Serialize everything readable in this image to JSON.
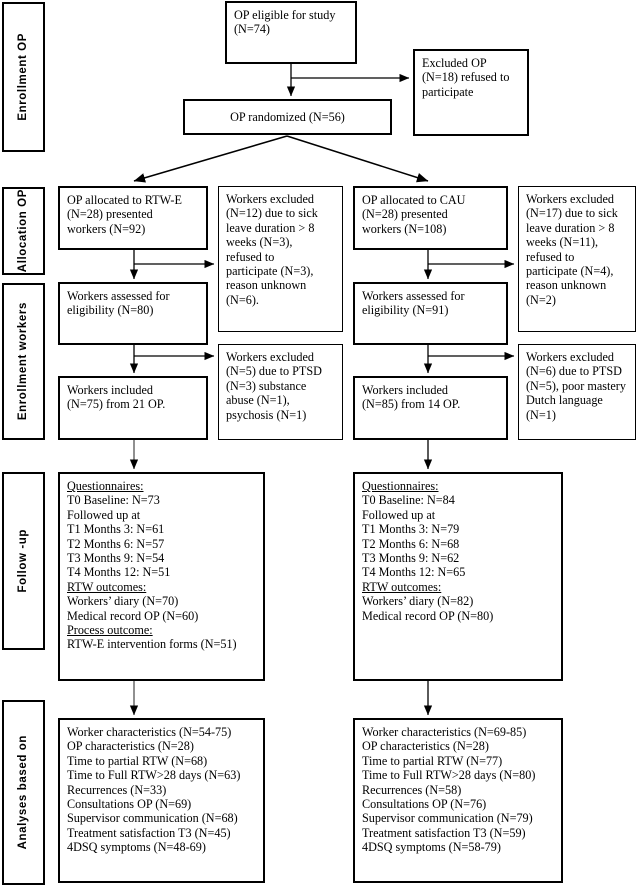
{
  "figure": {
    "type": "flow-diagram",
    "title": "CONSORT participant flow diagram (OP randomized trial, RTW-E vs CAU)"
  },
  "stage_labels": [
    {
      "id": "enrollment-op",
      "text": "Enrollment OP"
    },
    {
      "id": "allocation-op",
      "text": "Allocation OP"
    },
    {
      "id": "enrollment-workers",
      "text": "Enrollment workers"
    },
    {
      "id": "follow-up",
      "text": "Follow -up"
    },
    {
      "id": "analyses",
      "text": "Analyses based on"
    }
  ],
  "nodes": {
    "op_eligible": {
      "lines": [
        {
          "text": "OP eligible for study",
          "underline": false
        },
        {
          "text": "(N=74)",
          "underline": false
        }
      ]
    },
    "excluded_op": {
      "lines": [
        {
          "text": "Excluded OP",
          "underline": false
        },
        {
          "text": "(N=18) refused to",
          "underline": false
        },
        {
          "text": "participate",
          "underline": false
        }
      ]
    },
    "op_randomized": {
      "lines": [
        {
          "text": "OP randomized (N=56)",
          "underline": false
        }
      ]
    },
    "alloc_rtwe": {
      "lines": [
        {
          "text": "OP allocated to RTW-E",
          "underline": false
        },
        {
          "text": "(N=28) presented",
          "underline": false
        },
        {
          "text": "workers (N=92)",
          "underline": false
        }
      ]
    },
    "excluded_rtwe_sick": {
      "lines": [
        {
          "text": "Workers excluded",
          "underline": false
        },
        {
          "text": "(N=12) due to sick",
          "underline": false
        },
        {
          "text": "leave duration > 8",
          "underline": false
        },
        {
          "text": "weeks (N=3),",
          "underline": false
        },
        {
          "text": "refused to",
          "underline": false
        },
        {
          "text": "participate (N=3),",
          "underline": false
        },
        {
          "text": "reason unknown",
          "underline": false
        },
        {
          "text": "(N=6).",
          "underline": false
        }
      ]
    },
    "alloc_cau": {
      "lines": [
        {
          "text": "OP allocated to CAU",
          "underline": false
        },
        {
          "text": "(N=28) presented",
          "underline": false
        },
        {
          "text": "workers (N=108)",
          "underline": false
        }
      ]
    },
    "excluded_cau_sick": {
      "lines": [
        {
          "text": "Workers excluded",
          "underline": false
        },
        {
          "text": "(N=17) due to sick",
          "underline": false
        },
        {
          "text": "leave duration > 8",
          "underline": false
        },
        {
          "text": "weeks (N=11),",
          "underline": false
        },
        {
          "text": "refused to",
          "underline": false
        },
        {
          "text": "participate (N=4),",
          "underline": false
        },
        {
          "text": "reason unknown",
          "underline": false
        },
        {
          "text": "(N=2)",
          "underline": false
        }
      ]
    },
    "assessed_rtwe": {
      "lines": [
        {
          "text": "Workers assessed for",
          "underline": false
        },
        {
          "text": "eligibility (N=80)",
          "underline": false
        }
      ]
    },
    "assessed_cau": {
      "lines": [
        {
          "text": "Workers assessed for",
          "underline": false
        },
        {
          "text": "eligibility (N=91)",
          "underline": false
        }
      ]
    },
    "excluded_rtwe_ptsd": {
      "lines": [
        {
          "text": "Workers excluded",
          "underline": false
        },
        {
          "text": "(N=5) due to PTSD",
          "underline": false
        },
        {
          "text": "(N=3) substance",
          "underline": false
        },
        {
          "text": "abuse (N=1),",
          "underline": false
        },
        {
          "text": "psychosis (N=1)",
          "underline": false
        }
      ]
    },
    "excluded_cau_ptsd": {
      "lines": [
        {
          "text": "Workers excluded",
          "underline": false
        },
        {
          "text": "(N=6) due to PTSD",
          "underline": false
        },
        {
          "text": "(N=5), poor mastery",
          "underline": false
        },
        {
          "text": "Dutch language",
          "underline": false
        },
        {
          "text": "(N=1)",
          "underline": false
        }
      ]
    },
    "included_rtwe": {
      "lines": [
        {
          "text": "Workers included",
          "underline": false
        },
        {
          "text": "(N=75) from 21 OP.",
          "underline": false
        }
      ]
    },
    "included_cau": {
      "lines": [
        {
          "text": "Workers included",
          "underline": false
        },
        {
          "text": "(N=85) from 14 OP.",
          "underline": false
        }
      ]
    },
    "followup_rtwe": {
      "lines": [
        {
          "text": "Questionnaires:",
          "underline": true
        },
        {
          "text": "T0 Baseline: N=73",
          "underline": false
        },
        {
          "text": "Followed up at",
          "underline": false
        },
        {
          "text": "T1 Months 3: N=61",
          "underline": false
        },
        {
          "text": "T2 Months 6: N=57",
          "underline": false
        },
        {
          "text": "T3 Months 9: N=54",
          "underline": false
        },
        {
          "text": "T4 Months 12: N=51",
          "underline": false
        },
        {
          "text": "RTW outcomes:",
          "underline": true
        },
        {
          "text": "Workers’ diary (N=70)",
          "underline": false
        },
        {
          "text": "Medical record OP (N=60)",
          "underline": false
        },
        {
          "text": "Process outcome:",
          "underline": true
        },
        {
          "text": "RTW-E intervention forms (N=51)",
          "underline": false
        }
      ]
    },
    "followup_cau": {
      "lines": [
        {
          "text": "Questionnaires:",
          "underline": true
        },
        {
          "text": "T0 Baseline: N=84",
          "underline": false
        },
        {
          "text": "Followed up at",
          "underline": false
        },
        {
          "text": "T1 Months 3: N=79",
          "underline": false
        },
        {
          "text": "T2 Months 6: N=68",
          "underline": false
        },
        {
          "text": "T3 Months 9: N=62",
          "underline": false
        },
        {
          "text": "T4 Months 12: N=65",
          "underline": false
        },
        {
          "text": "RTW outcomes:",
          "underline": true
        },
        {
          "text": "Workers’ diary (N=82)",
          "underline": false
        },
        {
          "text": "Medical record OP (N=80)",
          "underline": false
        }
      ]
    },
    "analyses_rtwe": {
      "lines": [
        {
          "text": "Worker characteristics (N=54-75)",
          "underline": false
        },
        {
          "text": "OP characteristics (N=28)",
          "underline": false
        },
        {
          "text": "Time to partial RTW (N=68)",
          "underline": false
        },
        {
          "text": "Time to Full RTW>28 days (N=63)",
          "underline": false
        },
        {
          "text": "Recurrences (N=33)",
          "underline": false
        },
        {
          "text": "Consultations OP (N=69)",
          "underline": false
        },
        {
          "text": "Supervisor communication (N=68)",
          "underline": false
        },
        {
          "text": "Treatment satisfaction T3 (N=45)",
          "underline": false
        },
        {
          "text": "4DSQ symptoms (N=48-69)",
          "underline": false
        }
      ]
    },
    "analyses_cau": {
      "lines": [
        {
          "text": "Worker characteristics (N=69-85)",
          "underline": false
        },
        {
          "text": "OP characteristics (N=28)",
          "underline": false
        },
        {
          "text": "Time to partial RTW (N=77)",
          "underline": false
        },
        {
          "text": "Time to Full RTW>28 days (N=80)",
          "underline": false
        },
        {
          "text": "Recurrences (N=58)",
          "underline": false
        },
        {
          "text": "Consultations OP (N=76)",
          "underline": false
        },
        {
          "text": "Supervisor communication (N=79)",
          "underline": false
        },
        {
          "text": "Treatment satisfaction T3 (N=59)",
          "underline": false
        },
        {
          "text": "4DSQ symptoms (N=58-79)",
          "underline": false
        }
      ]
    }
  },
  "colors": {
    "stroke": "#000000",
    "background": "#ffffff"
  }
}
